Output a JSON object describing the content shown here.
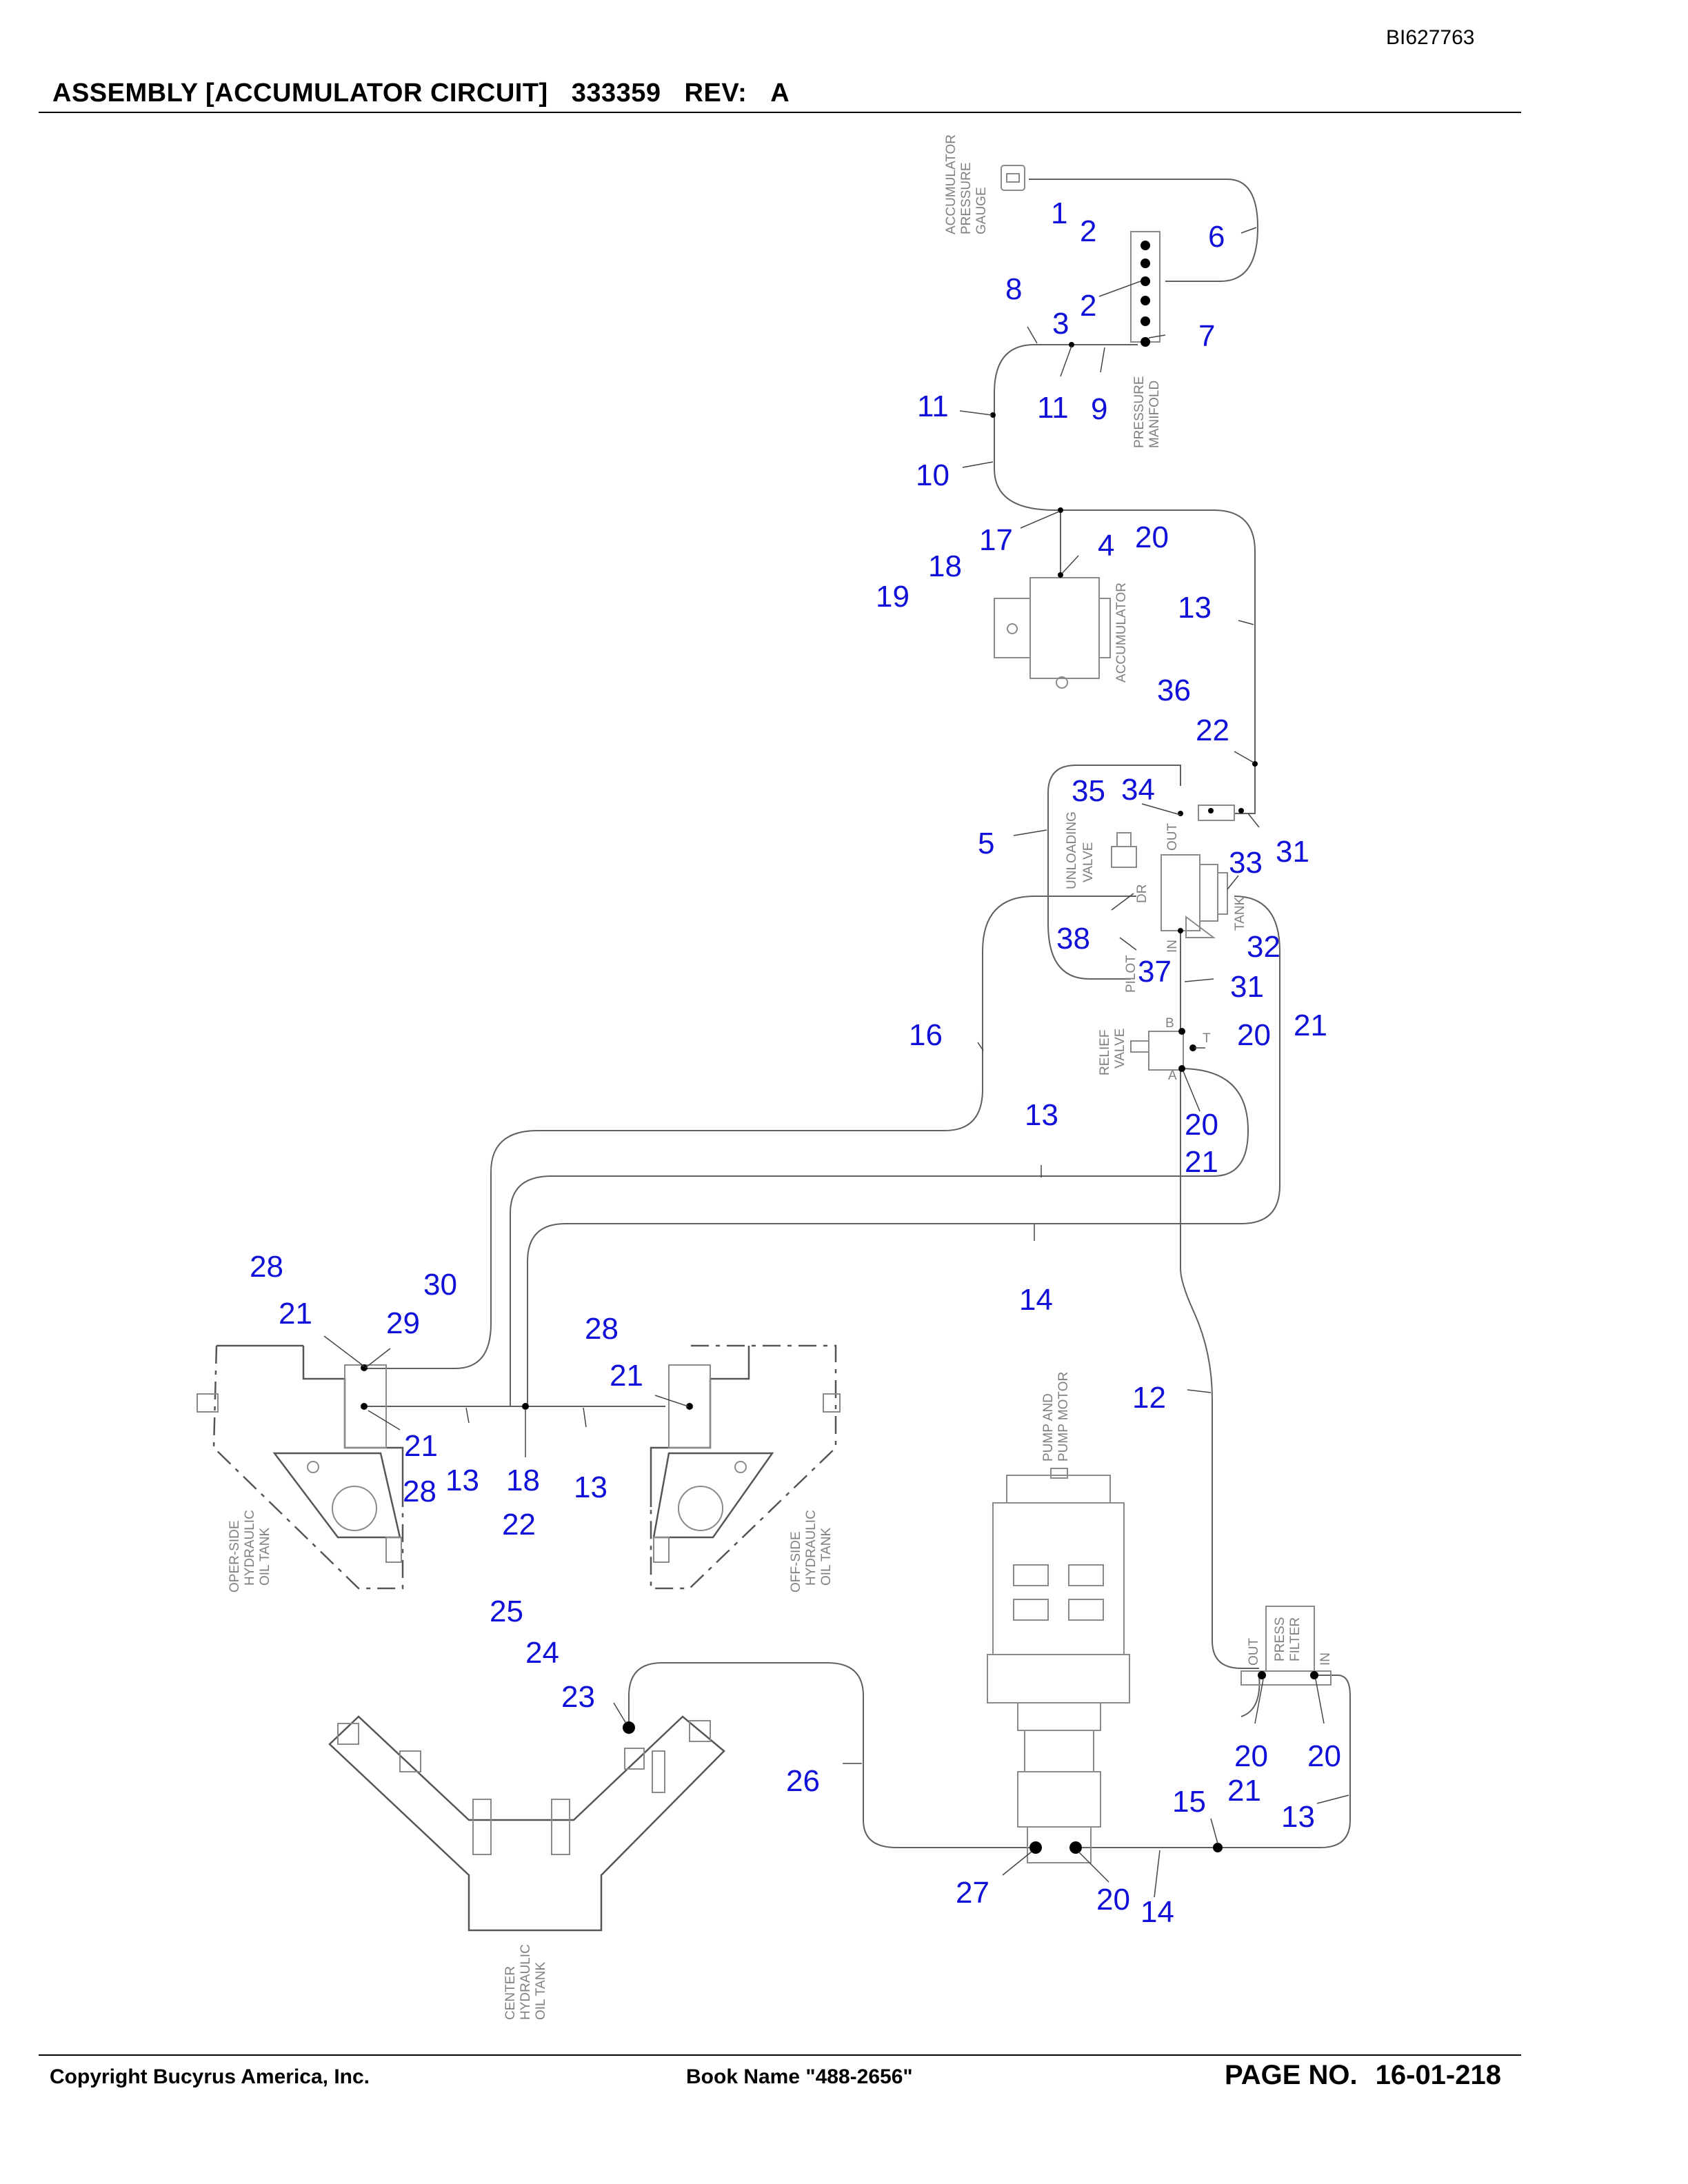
{
  "header": {
    "doc_id": "BI627763",
    "assembly_title": "ASSEMBLY [ACCUMULATOR CIRCUIT]",
    "part_number": "333359",
    "rev_label": "REV:",
    "rev_value": "A"
  },
  "footer": {
    "copyright": "Copyright Bucyrus America, Inc.",
    "book_name": "Book Name \"488-2656\"",
    "page_label": "PAGE NO.",
    "page_number": "16-01-218"
  },
  "component_labels": {
    "accumulator_pressure_gauge": [
      "ACCUMULATOR",
      "PRESSURE",
      "GAUGE"
    ],
    "pressure_manifold": [
      "PRESSURE",
      "MANIFOLD"
    ],
    "accumulator": "ACCUMULATOR",
    "unloading_valve": [
      "UNLOADING",
      "VALVE"
    ],
    "port_out": "OUT",
    "port_dr": "DR",
    "port_tank": "TANK",
    "port_in": "IN",
    "pilot": "PILOT",
    "relief_valve": [
      "RELIEF",
      "VALVE"
    ],
    "port_b": "B",
    "port_t": "T",
    "port_a": "A",
    "pump_and_motor": [
      "PUMP AND",
      "PUMP MOTOR"
    ],
    "press_filter": [
      "PRESS",
      "FILTER"
    ],
    "filter_out": "OUT",
    "filter_in": "IN",
    "oper_side_tank": [
      "OPER-SIDE",
      "HYDRAULIC",
      "OIL TANK"
    ],
    "off_side_tank": [
      "OFF-SIDE",
      "HYDRAULIC",
      "OIL TANK"
    ],
    "center_tank": [
      "CENTER",
      "HYDRAULIC",
      "OIL TANK"
    ]
  },
  "callouts": [
    "1",
    "2",
    "6",
    "8",
    "2",
    "3",
    "7",
    "11",
    "11",
    "9",
    "10",
    "17",
    "4",
    "20",
    "18",
    "19",
    "13",
    "36",
    "22",
    "35",
    "34",
    "5",
    "33",
    "31",
    "38",
    "32",
    "37",
    "31",
    "20",
    "21",
    "16",
    "13",
    "20",
    "21",
    "28",
    "30",
    "21",
    "29",
    "14",
    "28",
    "21",
    "12",
    "21",
    "13",
    "18",
    "13",
    "28",
    "22",
    "25",
    "24",
    "23",
    "26",
    "20",
    "20",
    "15",
    "21",
    "13",
    "27",
    "20",
    "14"
  ]
}
